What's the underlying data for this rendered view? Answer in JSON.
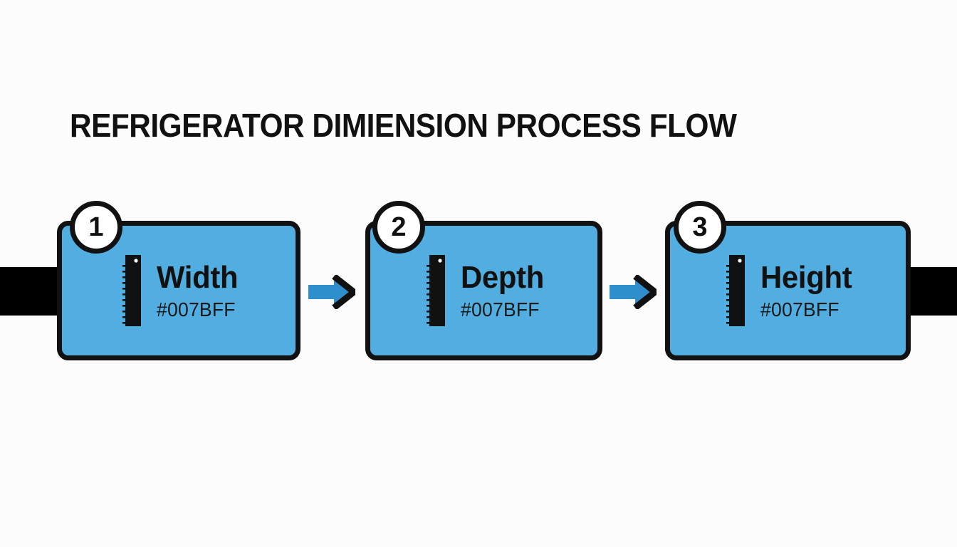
{
  "diagram": {
    "title": "REFRIGERATOR DIMIENSION PROCESS FLOW",
    "type": "process-flow",
    "orientation": "horizontal",
    "background_color": "#FCFCFC",
    "accent_color": "#52AEE0",
    "outline_color": "#111111",
    "steps": [
      {
        "number": "1",
        "label": "Width",
        "sublabel": "#007BFF",
        "icon": "ruler-icon",
        "fill_color": "#52AEE0"
      },
      {
        "number": "2",
        "label": "Depth",
        "sublabel": "#007BFF",
        "icon": "ruler-icon",
        "fill_color": "#52AEE0"
      },
      {
        "number": "3",
        "label": "Height",
        "sublabel": "#007BFF",
        "icon": "ruler-icon",
        "fill_color": "#52AEE0"
      }
    ],
    "connectors": [
      {
        "from": "1",
        "to": "2",
        "icon": "arrow-right-icon",
        "color": "#2E8FCC"
      },
      {
        "from": "2",
        "to": "3",
        "icon": "arrow-right-icon",
        "color": "#2E8FCC"
      }
    ],
    "rails": [
      {
        "position": "left",
        "color": "#000000"
      },
      {
        "position": "right",
        "color": "#000000"
      }
    ]
  }
}
